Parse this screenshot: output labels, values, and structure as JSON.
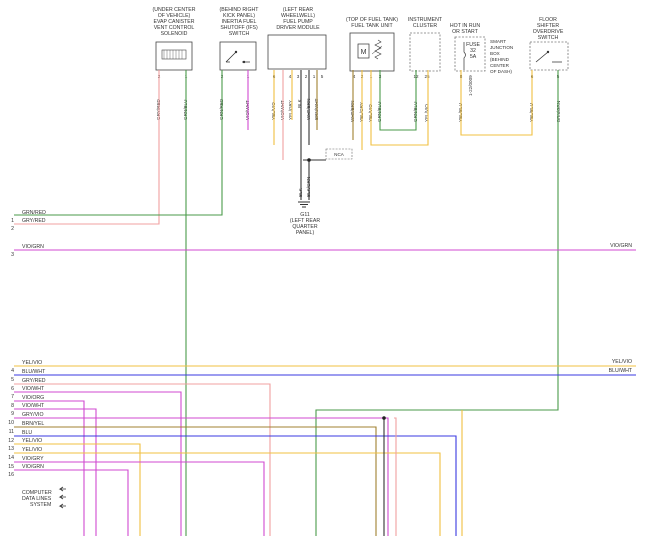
{
  "colors": {
    "grn": "#4a9a4a",
    "red": "#e08080",
    "pink": "#f0a0a0",
    "vio": "#d04ad0",
    "yel": "#f0c040",
    "blu": "#3a3ae0",
    "brn": "#a08030",
    "wht": "#c8c8c8",
    "gry": "#a0a0a0",
    "org": "#f09030",
    "blk": "#333333"
  },
  "components": {
    "evap": {
      "label_lines": [
        "(UNDER CENTER",
        "OF VEHICLE)",
        "EVAP CANISTER",
        "VENT CONTROL",
        "SOLENOID"
      ],
      "pins": [
        "2",
        "1"
      ],
      "wires": [
        "GRY/RED",
        "GRN/BLU"
      ]
    },
    "ifs": {
      "label_lines": [
        "(BEHIND RIGHT",
        "KICK PANEL)",
        "INERTIA FUEL",
        "SHUTOFF (IFS)",
        "SWITCH"
      ],
      "pins": [
        "2",
        "1"
      ],
      "wires": [
        "GRN/RED",
        "VIO/WHT"
      ]
    },
    "fpdm": {
      "label_lines": [
        "(LEFT REAR",
        "WHEELWELL)",
        "FUEL PUMP",
        "DRIVER MODULE"
      ],
      "pins": [
        "6",
        "4",
        "3",
        "2",
        "1",
        "5"
      ],
      "wires": [
        "YEL/VIO",
        "VIO/WHT",
        "YEL/GRY",
        "BLK",
        "WHT/BRN",
        "BRN/WHT"
      ]
    },
    "ftu": {
      "label_lines": [
        "(TOP OF FUEL TANK)",
        "FUEL TANK UNIT"
      ],
      "pins": [
        "4",
        "2",
        "1",
        "3"
      ],
      "wires": [
        "WHT/BRN",
        "YEL/GRY",
        "YEL/VIO",
        "GRN/BLU"
      ]
    },
    "cluster": {
      "label_lines": [
        "INSTRUMENT",
        "CLUSTER"
      ],
      "pins": [
        "12",
        "25"
      ],
      "wires": [
        "GRN/BLU",
        "YEL/VIO"
      ]
    },
    "sjb": {
      "header_lines": [
        "HOT IN RUN",
        "OR START"
      ],
      "fuse_lines": [
        "FUSE",
        "32",
        "5A"
      ],
      "desc_lines": [
        "SMART",
        "JUNCTION",
        "BOX",
        "(BEHIND",
        "CENTER",
        "OF DASH)"
      ],
      "pin": "8",
      "wire": "YEL/BLU",
      "ref": "1-22/0009"
    },
    "floor": {
      "label_lines": [
        "FLOOR",
        "SHIFTER",
        "OVERDRIVE",
        "SWITCH"
      ],
      "pins": [
        "6",
        "5"
      ],
      "wires": [
        "YEL/BLU",
        "BRN/GRN"
      ]
    },
    "motor_letter": "M",
    "nca": "NCA",
    "ground": {
      "wires": [
        "BLK",
        "BLK/GRN"
      ],
      "label_lines": [
        "G11",
        "(LEFT REAR",
        "QUARTER",
        "PANEL)"
      ]
    }
  },
  "left_connector": [
    {
      "num": "1",
      "label": "GRN/RED"
    },
    {
      "num": "2",
      "label": "GRY/RED"
    },
    {
      "num": "3",
      "label": "VIO/GRN"
    },
    {
      "num": "4",
      "label": "YEL/VIO"
    },
    {
      "num": "5",
      "label": "BLU/WHT"
    },
    {
      "num": "6",
      "label": "GRY/RED"
    },
    {
      "num": "7",
      "label": "VIO/WHT"
    },
    {
      "num": "8",
      "label": "VIO/ORG"
    },
    {
      "num": "9",
      "label": "VIO/WHT"
    },
    {
      "num": "10",
      "label": "GRY/VIO"
    },
    {
      "num": "11",
      "label": "BRN/YEL"
    },
    {
      "num": "12",
      "label": "BLU"
    },
    {
      "num": "13",
      "label": "YEL/VIO"
    },
    {
      "num": "14",
      "label": "YEL/VIO"
    },
    {
      "num": "15",
      "label": "VIO/GRY"
    },
    {
      "num": "16",
      "label": "VIO/GRN"
    }
  ],
  "right_labels": [
    "VIO/GRN",
    "YEL/VIO",
    "BLU/WHT"
  ],
  "computer": [
    "COMPUTER",
    "DATA LINES",
    "SYSTEM"
  ]
}
